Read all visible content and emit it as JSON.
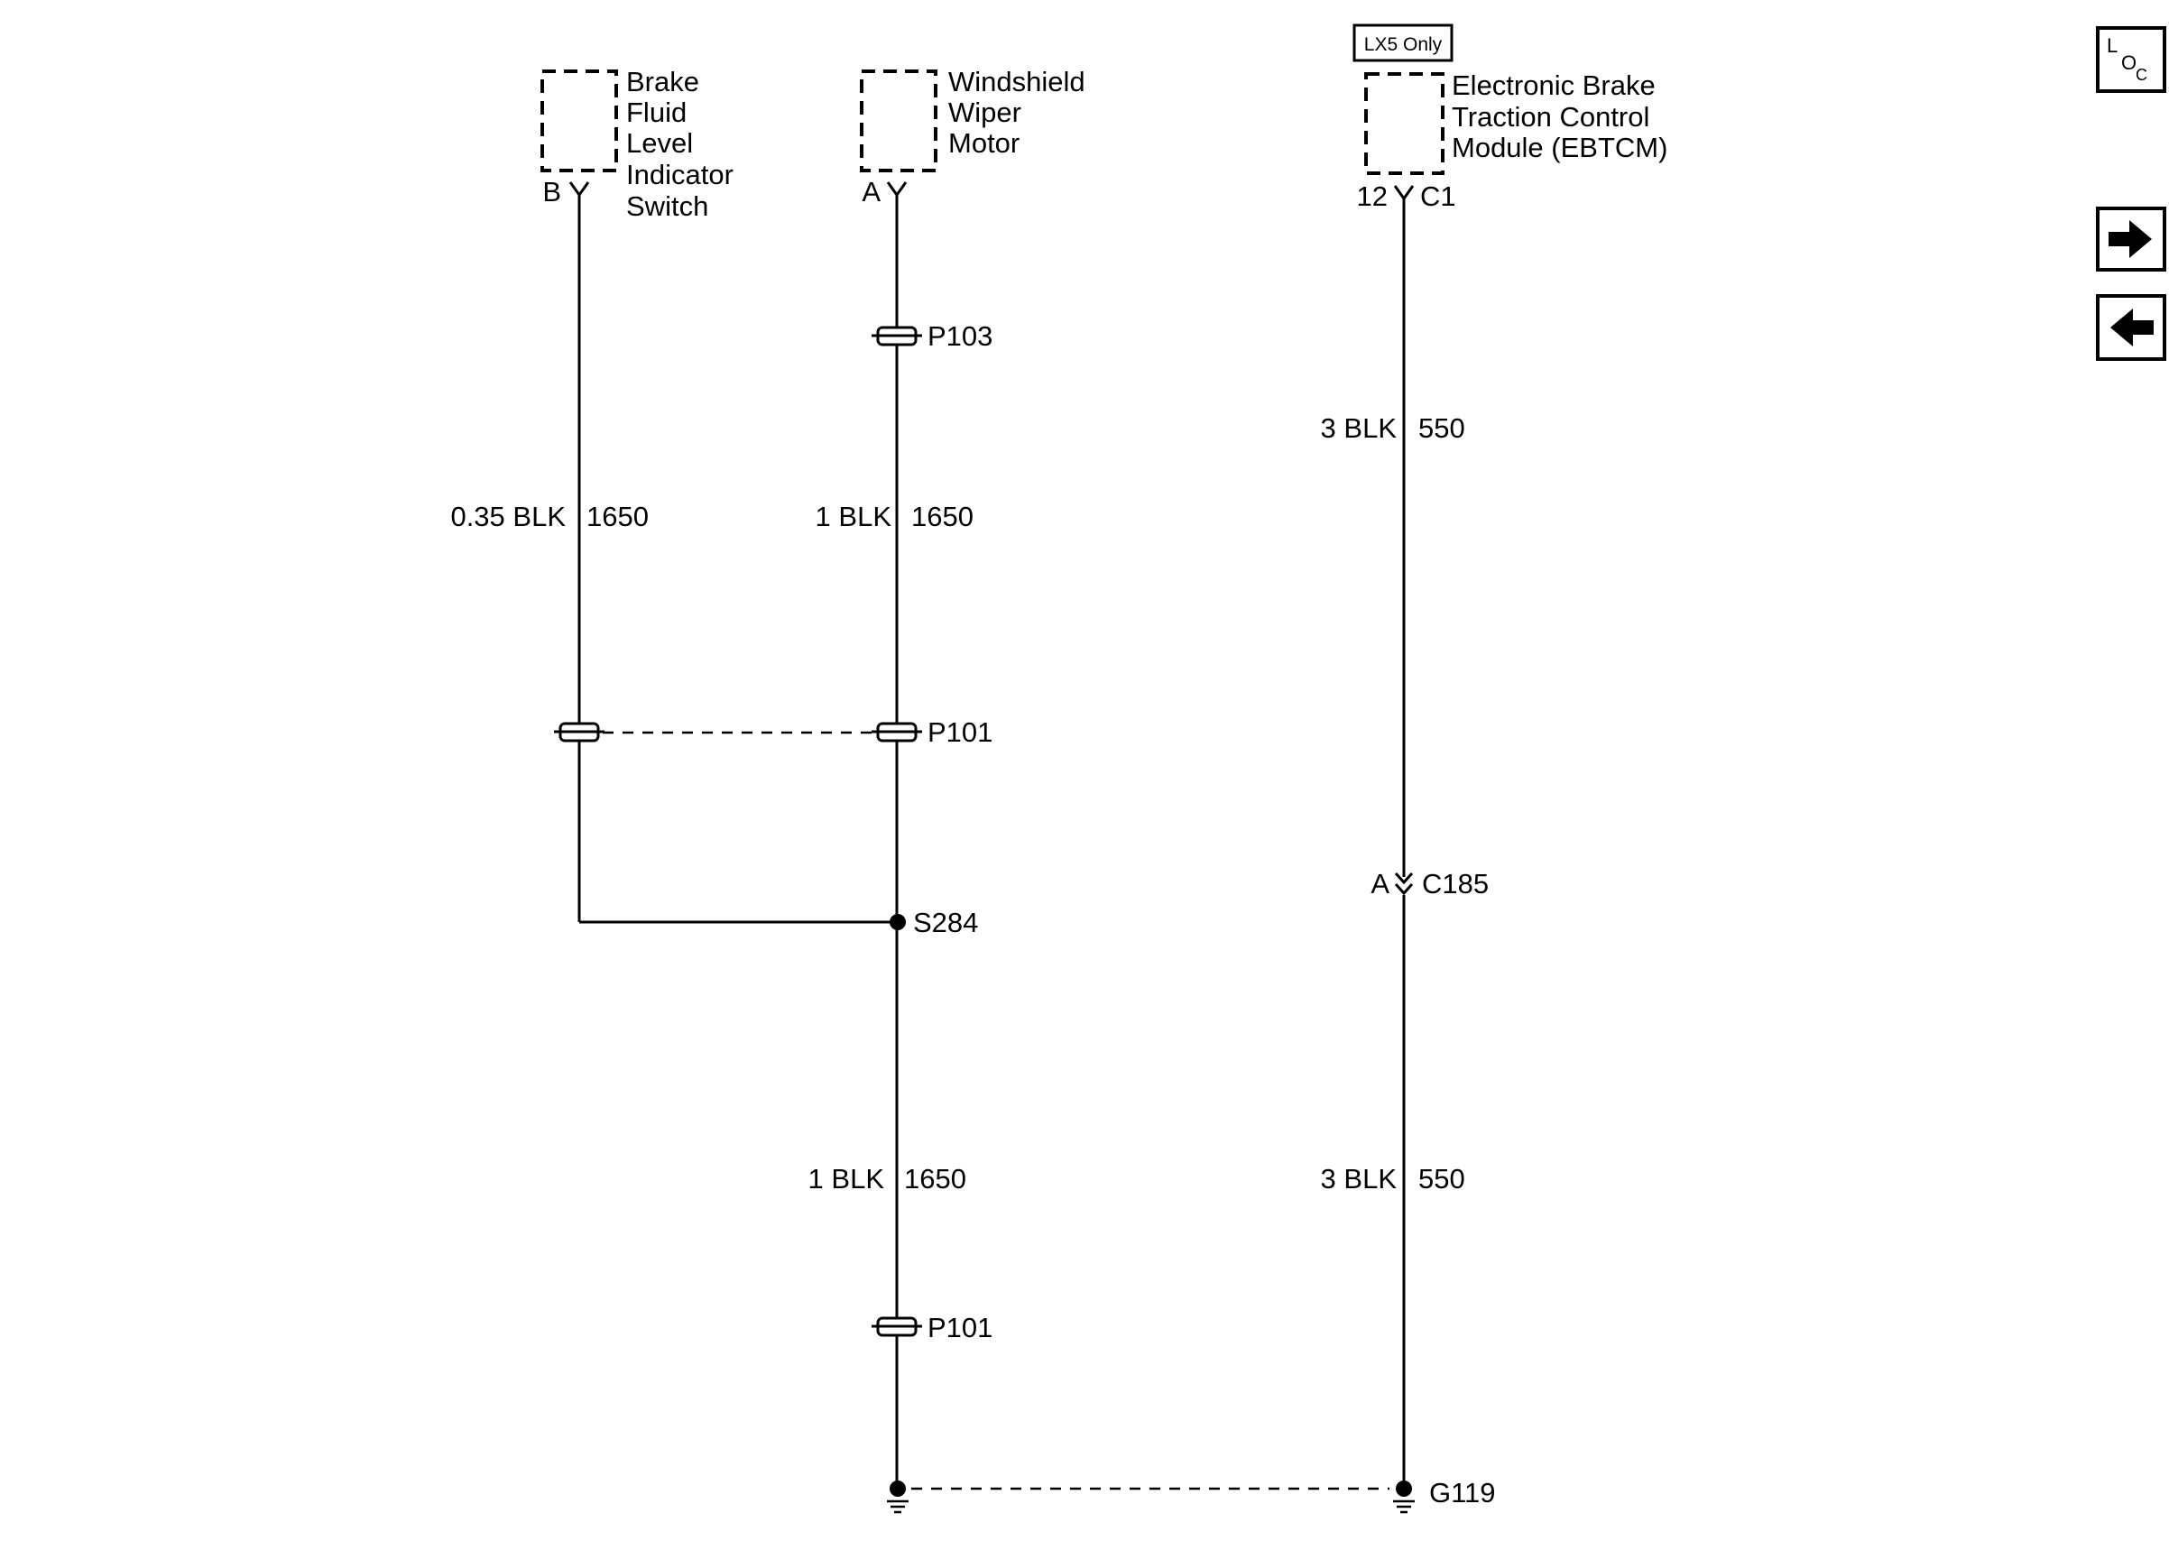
{
  "components": {
    "brake_fluid_switch": {
      "lines": [
        "Brake",
        "Fluid",
        "Level",
        "Indicator",
        "Switch"
      ],
      "pin": "B"
    },
    "wiper_motor": {
      "lines": [
        "Windshield",
        "Wiper",
        "Motor"
      ],
      "pin": "A"
    },
    "ebtcm": {
      "option_tag": "LX5 Only",
      "lines": [
        "Electronic Brake",
        "Traction Control",
        "Module (EBTCM)"
      ],
      "pin": "12",
      "connector": "C1"
    }
  },
  "wires": {
    "brake_switch_wire": {
      "gauge_color": "0.35 BLK",
      "circuit": "1650"
    },
    "wiper_upper_wire": {
      "gauge_color": "1 BLK",
      "circuit": "1650"
    },
    "wiper_lower_wire": {
      "gauge_color": "1 BLK",
      "circuit": "1650"
    },
    "ebtcm_upper_wire": {
      "gauge_color": "3 BLK",
      "circuit": "550"
    },
    "ebtcm_lower_wire": {
      "gauge_color": "3 BLK",
      "circuit": "550"
    }
  },
  "pass_throughs": {
    "p103": "P103",
    "p101_upper": "P101",
    "p101_lower": "P101"
  },
  "splice": "S284",
  "inline_connector": {
    "pin": "A",
    "name": "C185"
  },
  "ground": "G119",
  "nav": {
    "loc_button": {
      "top": "L",
      "mid": "O",
      "bottom": "C"
    },
    "next_icon": "arrow-right-icon",
    "prev_icon": "arrow-left-icon"
  }
}
